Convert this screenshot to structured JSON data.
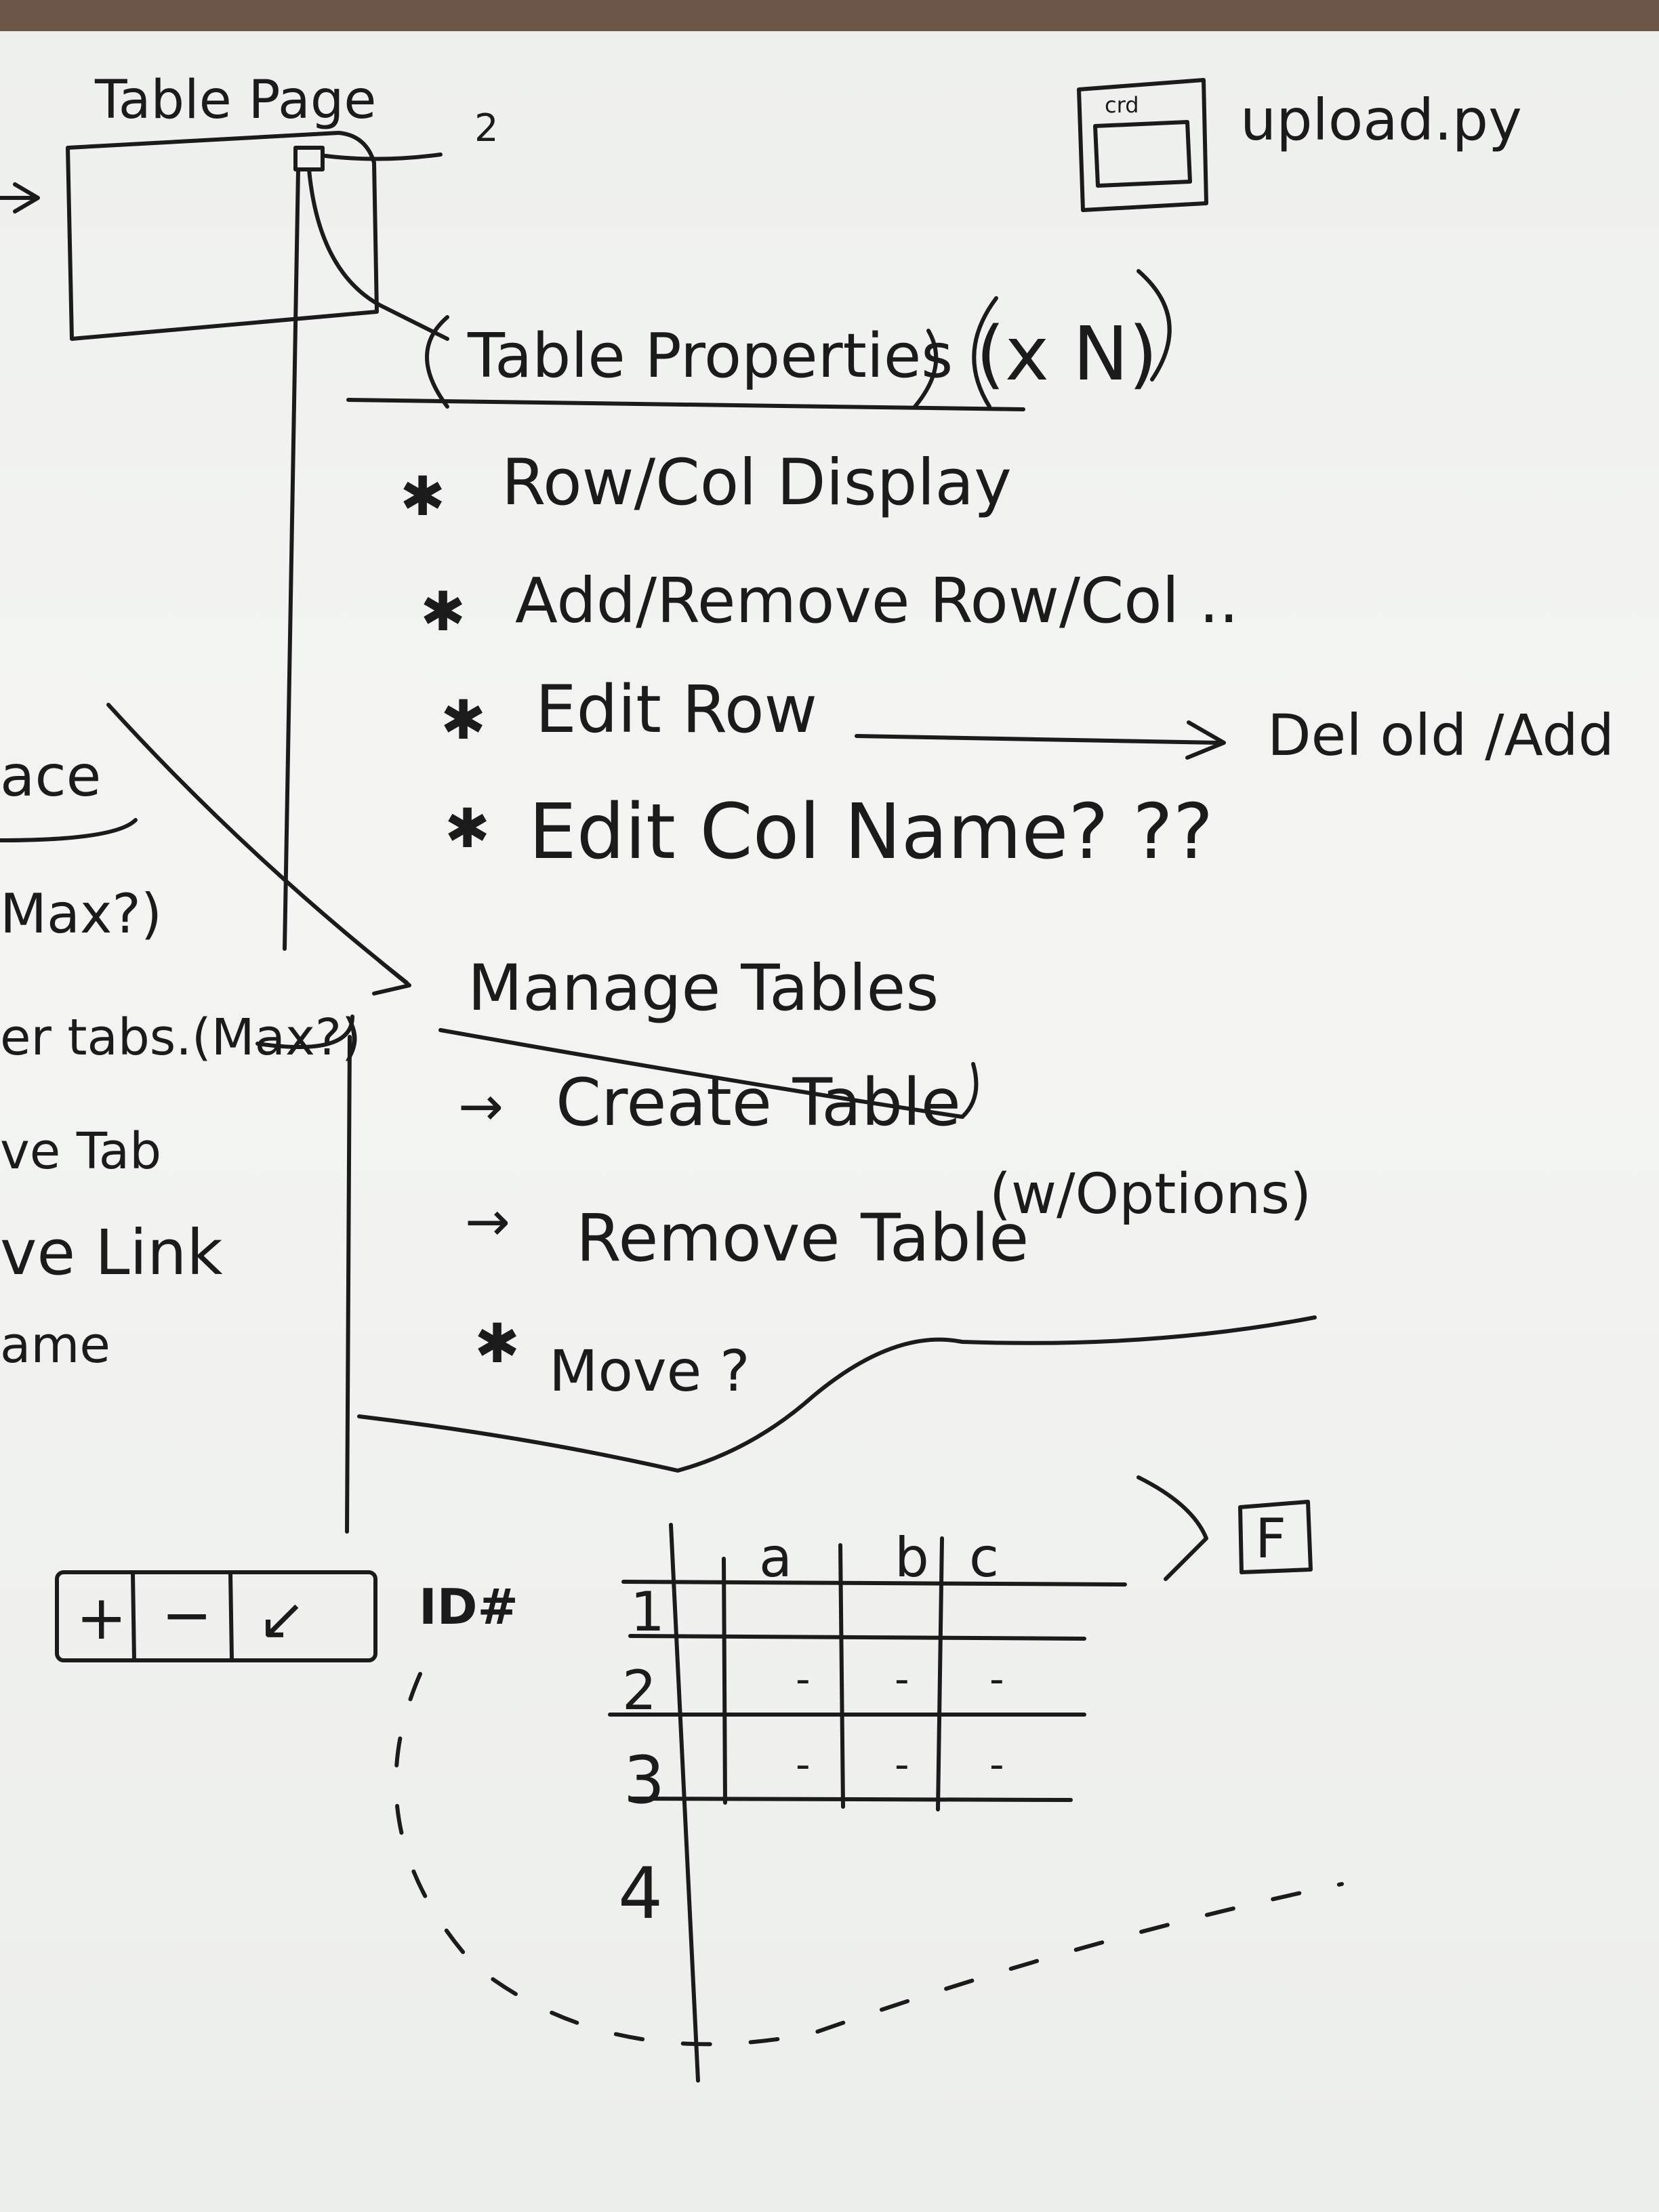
{
  "board": {
    "frame_color": "#6b5648",
    "ink_color": "#1b1b1b",
    "surface_color": "#f1f2f0"
  },
  "top": {
    "table_page": "Table Page",
    "arrow_2": "2",
    "upload_box": "crd",
    "upload_file": "upload.py"
  },
  "properties": {
    "header": "Table Properties",
    "multiplier": "(x N)",
    "items": [
      "Row/Col Display",
      "Add/Remove Row/Col ..",
      "Edit Row",
      "Edit Col Name? ??"
    ],
    "edit_row_result": "Del old /Add"
  },
  "manage": {
    "header": "Manage Tables",
    "create": "Create Table",
    "create_note": "(w/Options)",
    "remove": "Remove Table",
    "move": "Move ?"
  },
  "left_fragments": [
    "ace",
    "Max?)",
    "er tabs.(Max?)",
    "ve Tab",
    "ve Link",
    "ame"
  ],
  "toolbar": {
    "add": "+",
    "remove": "−",
    "edit": "↙",
    "id_label": "ID#"
  },
  "sketch_table": {
    "columns": [
      "a",
      "b",
      "c"
    ],
    "rows": [
      "1",
      "2",
      "3",
      "4"
    ],
    "cell_mark": "-",
    "side_box": "F"
  }
}
